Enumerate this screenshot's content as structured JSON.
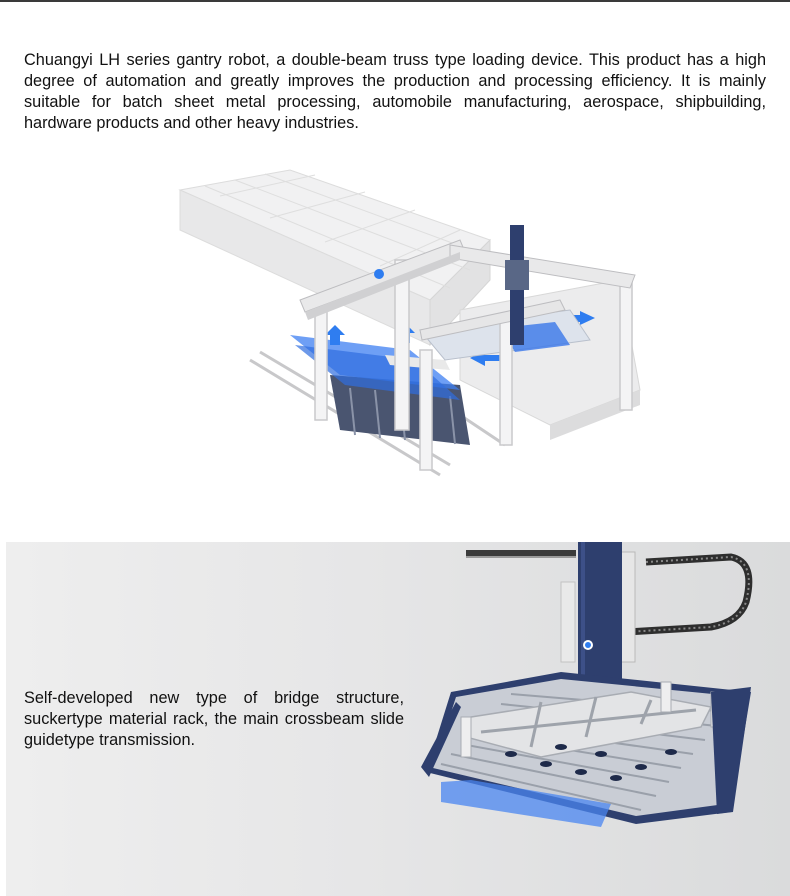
{
  "intro": {
    "text": "Chuangyi LH series gantry robot, a double-beam truss type loading device. This product has a high degree of automation and greatly improves the production and processing efficiency. It is mainly suitable for batch sheet metal processing, automobile manufacturing, aerospace, shipbuilding, hardware products and other heavy industries."
  },
  "feature": {
    "text": "Self-developed new type of bridge structure, suckertype material rack, the main crossbeam slide guidetype transmission."
  },
  "colors": {
    "accent_blue": "#2f7df0",
    "column_navy": "#2e3f6e",
    "panel_bg": "#e4e4e5"
  },
  "icons": [
    "gantry-robot-illustration",
    "sucker-rack-illustration"
  ]
}
